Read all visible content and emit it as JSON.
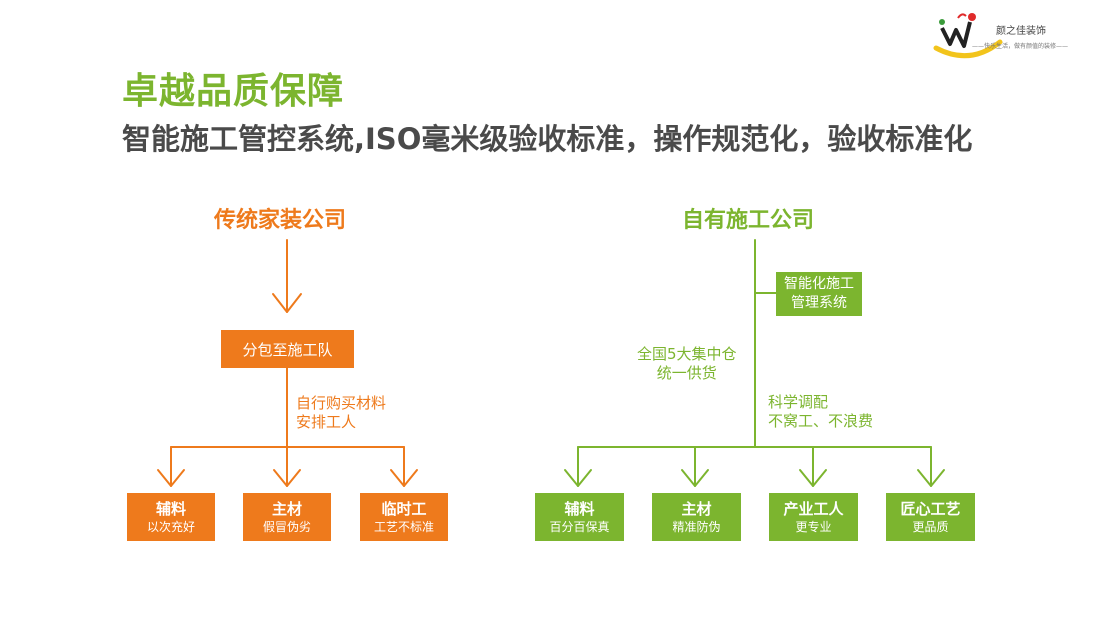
{
  "logo": {
    "name": "颜之佳装饰",
    "slogan": "——快乐生活，做有颜值的装修——"
  },
  "title": "卓越品质保障",
  "subtitle": "智能施工管控系统,ISO毫米级验收标准，操作规范化，验收标准化",
  "left": {
    "title": "传统家装公司",
    "mid_box": "分包至施工队",
    "note": [
      "自行购买材料",
      "安排工人"
    ],
    "boxes": [
      {
        "title": "辅料",
        "desc": "以次充好"
      },
      {
        "title": "主材",
        "desc": "假冒伪劣"
      },
      {
        "title": "临时工",
        "desc": "工艺不标准"
      }
    ]
  },
  "right": {
    "title": "自有施工公司",
    "side_box": [
      "智能化施工",
      "管理系统"
    ],
    "note_left": [
      "全国5大集中仓",
      "统一供货"
    ],
    "note_right": [
      "科学调配",
      "不窝工、不浪费"
    ],
    "boxes": [
      {
        "title": "辅料",
        "desc": "百分百保真"
      },
      {
        "title": "主材",
        "desc": "精准防伪"
      },
      {
        "title": "产业工人",
        "desc": "更专业"
      },
      {
        "title": "匠心工艺",
        "desc": "更品质"
      }
    ]
  },
  "colors": {
    "orange": "#ee7a1c",
    "green": "#7cb52f",
    "text": "#4a4a4a"
  }
}
